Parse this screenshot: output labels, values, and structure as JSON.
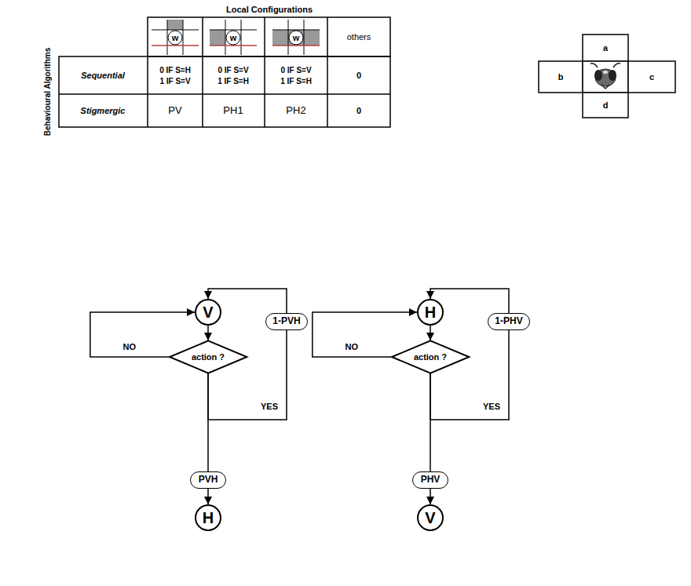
{
  "diagram": {
    "nodes": [
      {
        "text": [
          "V"
        ]
      },
      {
        "text": [
          "action ?"
        ]
      },
      {
        "text": [
          "1-PVH"
        ]
      },
      {
        "text": [
          "PVH"
        ]
      },
      {
        "text": [
          "H"
        ]
      },
      {
        "text": [
          "H"
        ]
      },
      {
        "text": [
          "action ?"
        ]
      },
      {
        "text": [
          "1-PHV"
        ]
      },
      {
        "text": [
          "PHV"
        ]
      },
      {
        "text": [
          "V"
        ]
      }
    ],
    "edges": [
      {
        "from": 0,
        "to": 1,
        "arrow": "to"
      },
      {
        "from": 1,
        "to": 0,
        "label": "NO",
        "arrow": "to"
      },
      {
        "from": 1,
        "to": 2,
        "label": "YES",
        "arrow": "none"
      },
      {
        "from": 2,
        "to": 0,
        "arrow": "to"
      },
      {
        "from": 1,
        "to": 3,
        "arrow": "none"
      },
      {
        "from": 3,
        "to": 4,
        "arrow": "to"
      },
      {
        "from": 5,
        "to": 6,
        "arrow": "to"
      },
      {
        "from": 6,
        "to": 5,
        "label": "NO",
        "arrow": "to"
      },
      {
        "from": 6,
        "to": 7,
        "label": "YES",
        "arrow": "none"
      },
      {
        "from": 7,
        "to": 5,
        "arrow": "to"
      },
      {
        "from": 6,
        "to": 8,
        "arrow": "none"
      },
      {
        "from": 8,
        "to": 9,
        "arrow": "to"
      }
    ],
    "labels": [
      "Local Configurations",
      "Behavioural Algorithms",
      "w",
      "w",
      "w",
      "others",
      "Sequential",
      "0 IF S=H",
      "1 IF S=V",
      "0 IF S=V",
      "1 IF S=H",
      "0 IF S=V",
      "1 IF S=H",
      "0",
      "Stigmergic",
      "PV",
      "PH1",
      "PH2",
      "0",
      "a",
      "b",
      "c",
      "d"
    ]
  }
}
